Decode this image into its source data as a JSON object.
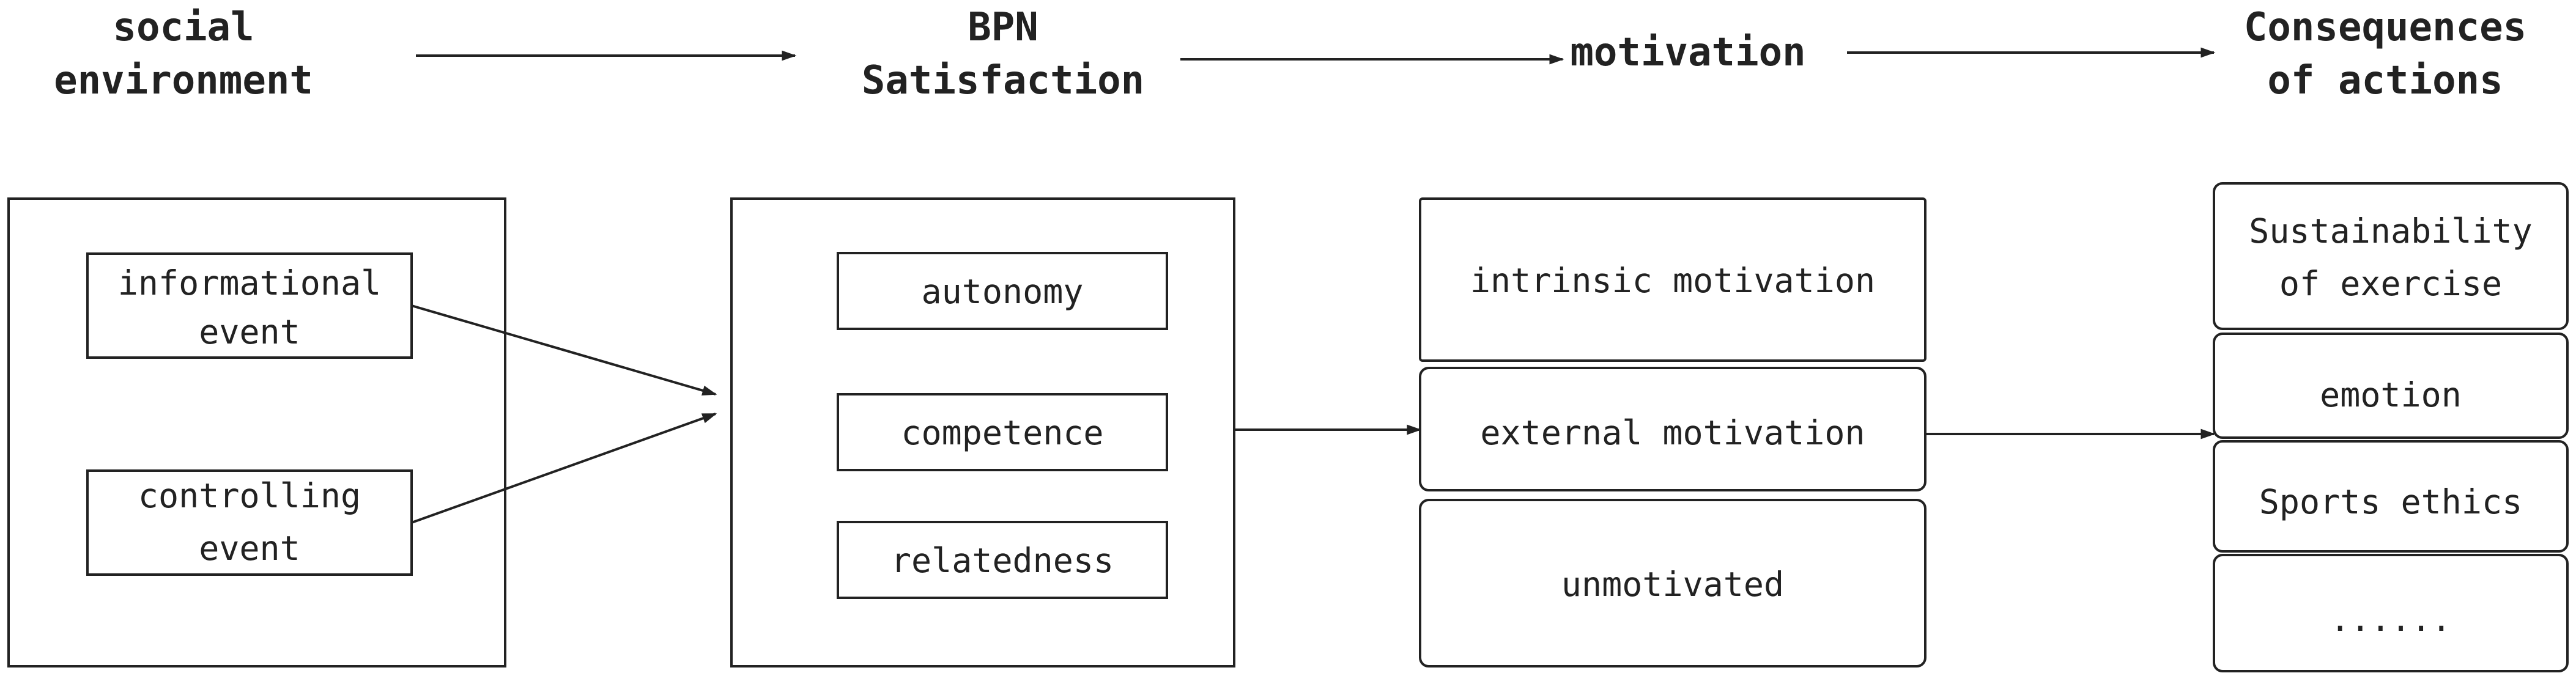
{
  "colors": {
    "stroke": "#222222",
    "background": "#ffffff",
    "text": "#222222"
  },
  "headers": {
    "social_environment": [
      "social",
      "environment"
    ],
    "bpn_satisfaction": [
      "BPN",
      "Satisfaction"
    ],
    "motivation": [
      "motivation"
    ],
    "consequences": [
      "Consequences",
      "of actions"
    ]
  },
  "social_environment": {
    "informational_event": [
      "informational",
      "event"
    ],
    "controlling_event": [
      "controlling",
      "event"
    ]
  },
  "bpn": {
    "autonomy": "autonomy",
    "competence": "competence",
    "relatedness": "relatedness"
  },
  "motivation": {
    "intrinsic": "intrinsic motivation",
    "external": "external motivation",
    "unmotivated": "unmotivated"
  },
  "consequences": {
    "sustainability": [
      "Sustainability",
      "of exercise"
    ],
    "emotion": "emotion",
    "sports_ethics": "Sports ethics",
    "more": "......"
  }
}
